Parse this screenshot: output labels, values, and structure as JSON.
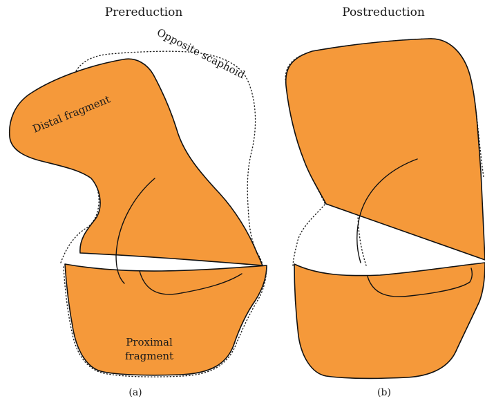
{
  "figure": {
    "panel_a": {
      "title": "Prereduction",
      "sub_label": "(a)",
      "annotations": {
        "opposite_scaphoid": "Opposite scaphoid",
        "distal_fragment": "Distal fragment",
        "proximal_fragment_line1": "Proximal",
        "proximal_fragment_line2": "fragment"
      }
    },
    "panel_b": {
      "title": "Postreduction",
      "sub_label": "(b)"
    },
    "colors": {
      "bone_fill": "#f5993a",
      "outline": "#111111",
      "background": "#ffffff"
    }
  }
}
